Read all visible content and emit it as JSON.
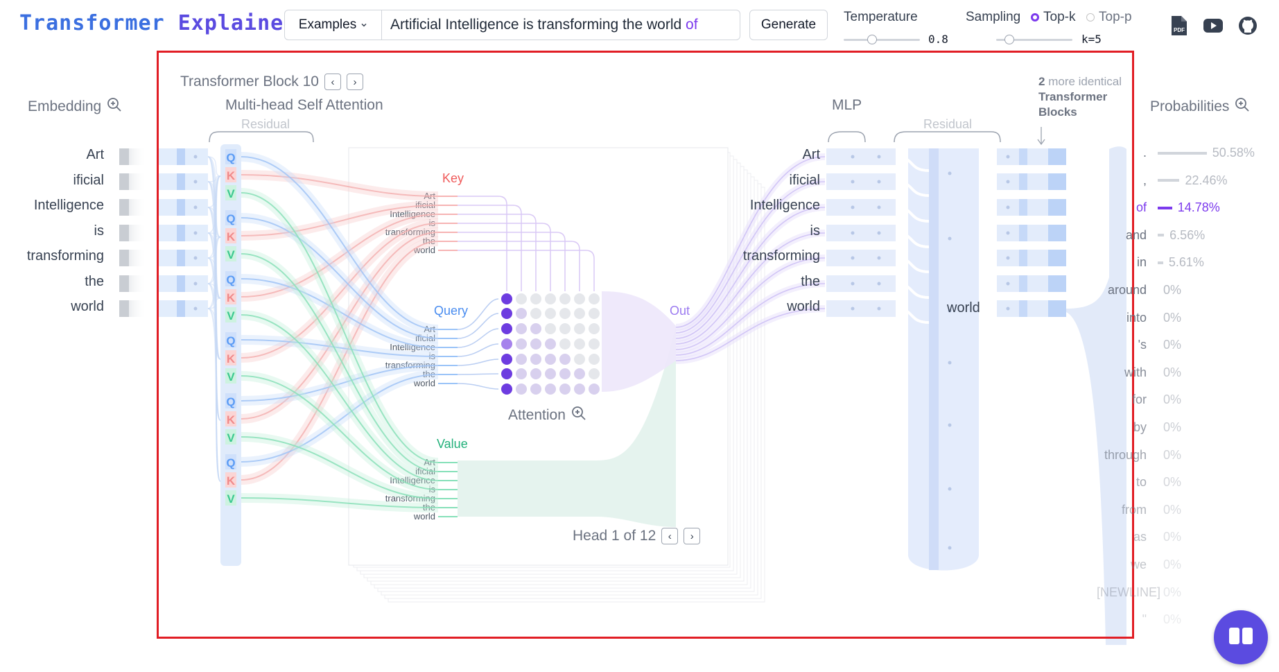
{
  "app": {
    "logo_part1": "Transformer",
    "logo_part2": "Explainer"
  },
  "toolbar": {
    "examples_label": "Examples",
    "prompt_text": "Artificial Intelligence is transforming the world",
    "predicted_token": "of",
    "generate_label": "Generate",
    "temperature_label": "Temperature",
    "temperature_value": "0.8",
    "sampling_label": "Sampling",
    "topk_label": "Top-k",
    "topp_label": "Top-p",
    "k_value": "k=5",
    "sampling_selected": "Top-k",
    "temperature_fraction": 0.35,
    "k_fraction": 0.12
  },
  "icons": {
    "pdf": "pdf-icon",
    "youtube": "youtube-icon",
    "github": "github-icon",
    "fab": "book-icon"
  },
  "embedding": {
    "label": "Embedding",
    "tokens": [
      "Art",
      "ificial",
      "Intelligence",
      "is",
      "transforming",
      "the",
      "world"
    ]
  },
  "block": {
    "title": "Transformer Block 10",
    "attention_label": "Multi-head Self Attention",
    "residual_label": "Residual",
    "mlp_label": "MLP",
    "mlp_residual_label": "Residual",
    "more_count": "2",
    "more_text_1": "more identical",
    "more_text_2": "Transformer",
    "more_text_3": "Blocks"
  },
  "qkv": {
    "q": "Q",
    "k": "K",
    "v": "V"
  },
  "attention": {
    "key_label": "Key",
    "query_label": "Query",
    "value_label": "Value",
    "out_label": "Out",
    "matrix_label": "Attention",
    "head_label": "Head 1 of 12",
    "tokens": [
      "Art",
      "ificial",
      "Intelligence",
      "is",
      "transforming",
      "the",
      "world"
    ]
  },
  "mlp": {
    "tokens": [
      "Art",
      "ificial",
      "Intelligence",
      "is",
      "transforming",
      "the",
      "world"
    ],
    "output_token": "world"
  },
  "probabilities": {
    "label": "Probabilities",
    "items": [
      {
        "token": ".",
        "value": "50.58%",
        "fraction": 0.5058
      },
      {
        "token": ",",
        "value": "22.46%",
        "fraction": 0.2246
      },
      {
        "token": "of",
        "value": "14.78%",
        "fraction": 0.1478
      },
      {
        "token": "and",
        "value": "6.56%",
        "fraction": 0.0656
      },
      {
        "token": "in",
        "value": "5.61%",
        "fraction": 0.0561
      },
      {
        "token": "around",
        "value": "0%",
        "fraction": 0
      },
      {
        "token": "into",
        "value": "0%",
        "fraction": 0
      },
      {
        "token": "'s",
        "value": "0%",
        "fraction": 0
      },
      {
        "token": "with",
        "value": "0%",
        "fraction": 0
      },
      {
        "token": "for",
        "value": "0%",
        "fraction": 0
      },
      {
        "token": "by",
        "value": "0%",
        "fraction": 0
      },
      {
        "token": "through",
        "value": "0%",
        "fraction": 0
      },
      {
        "token": "to",
        "value": "0%",
        "fraction": 0
      },
      {
        "token": "from",
        "value": "0%",
        "fraction": 0
      },
      {
        "token": "as",
        "value": "0%",
        "fraction": 0
      },
      {
        "token": "we",
        "value": "0%",
        "fraction": 0
      },
      {
        "token": "[NEWLINE]",
        "value": "0%",
        "fraction": 0
      },
      {
        "token": "\"",
        "value": "0%",
        "fraction": 0
      }
    ],
    "selected_token": "of"
  },
  "colors": {
    "query": "#5b9cf5",
    "key": "#f08a8a",
    "value": "#3cc98f",
    "accent": "#7c3aed",
    "frame": "#e11d24"
  }
}
